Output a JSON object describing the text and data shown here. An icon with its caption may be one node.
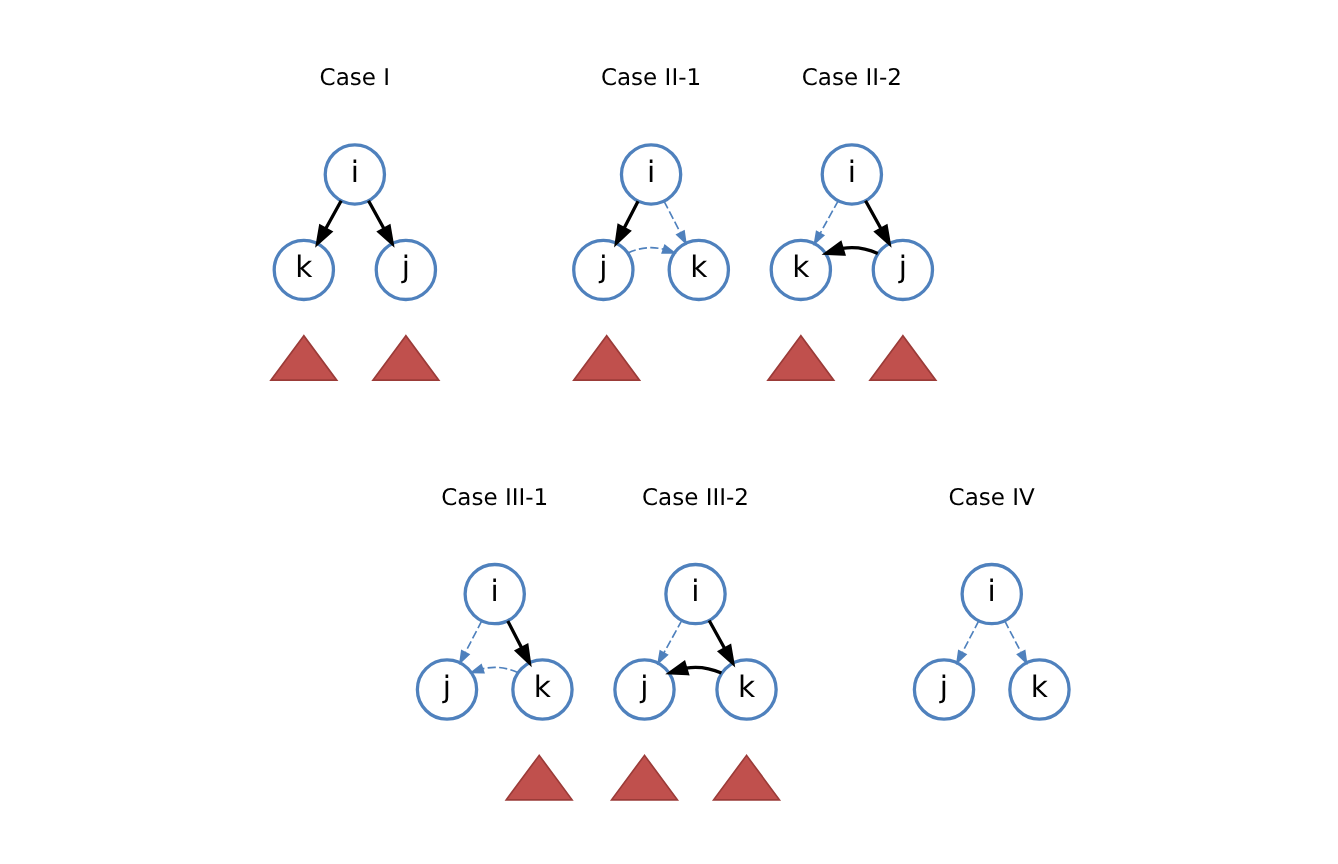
{
  "diagram": {
    "nodes": [
      {
        "text": [
          "i"
        ]
      },
      {
        "text": [
          "j"
        ]
      },
      {
        "text": [
          "k"
        ]
      },
      {
        "text": [],
        "shape": "triangle"
      },
      {
        "text": [],
        "shape": "triangle"
      },
      {
        "text": [
          "i"
        ]
      },
      {
        "text": [
          "j"
        ]
      },
      {
        "text": [
          "k"
        ]
      },
      {
        "text": [],
        "shape": "triangle"
      },
      {
        "text": [
          "i"
        ]
      },
      {
        "text": [
          "j"
        ]
      },
      {
        "text": [
          "k"
        ]
      },
      {
        "text": [],
        "shape": "triangle"
      },
      {
        "text": [],
        "shape": "triangle"
      },
      {
        "text": [
          "i"
        ]
      },
      {
        "text": [
          "j"
        ]
      },
      {
        "text": [
          "k"
        ]
      },
      {
        "text": [],
        "shape": "triangle"
      },
      {
        "text": [
          "i"
        ]
      },
      {
        "text": [
          "j"
        ]
      },
      {
        "text": [
          "k"
        ]
      },
      {
        "text": [],
        "shape": "triangle"
      },
      {
        "text": [],
        "shape": "triangle"
      },
      {
        "text": [
          "i"
        ]
      },
      {
        "text": [
          "j"
        ]
      },
      {
        "text": [
          "k"
        ]
      }
    ],
    "edges": [
      {
        "from": 0,
        "to": 1,
        "arrow": "to"
      },
      {
        "from": 0,
        "to": 2,
        "arrow": "to"
      },
      {
        "from": 5,
        "to": 6,
        "arrow": "to"
      },
      {
        "from": 5,
        "to": 7,
        "arrow": "to",
        "style": "dashed",
        "color": "#4f81bd"
      },
      {
        "from": 6,
        "to": 7,
        "arrow": "to",
        "style": "dashed",
        "color": "#4f81bd"
      },
      {
        "from": 9,
        "to": 10,
        "arrow": "to"
      },
      {
        "from": 9,
        "to": 11,
        "arrow": "to",
        "style": "dashed",
        "color": "#4f81bd"
      },
      {
        "from": 10,
        "to": 11,
        "arrow": "to"
      },
      {
        "from": 14,
        "to": 15,
        "arrow": "to",
        "style": "dashed",
        "color": "#4f81bd"
      },
      {
        "from": 14,
        "to": 16,
        "arrow": "to"
      },
      {
        "from": 16,
        "to": 15,
        "arrow": "to",
        "style": "dashed",
        "color": "#4f81bd"
      },
      {
        "from": 18,
        "to": 19,
        "arrow": "to",
        "style": "dashed",
        "color": "#4f81bd"
      },
      {
        "from": 18,
        "to": 20,
        "arrow": "to"
      },
      {
        "from": 20,
        "to": 19,
        "arrow": "to"
      },
      {
        "from": 23,
        "to": 24,
        "arrow": "to",
        "style": "dashed",
        "color": "#4f81bd"
      },
      {
        "from": 23,
        "to": 25,
        "arrow": "to",
        "style": "dashed",
        "color": "#4f81bd"
      }
    ],
    "labels": [
      "Case I",
      "Case II-1",
      "Case II-2",
      "Case III-1",
      "Case III-2",
      "Case IV"
    ]
  }
}
